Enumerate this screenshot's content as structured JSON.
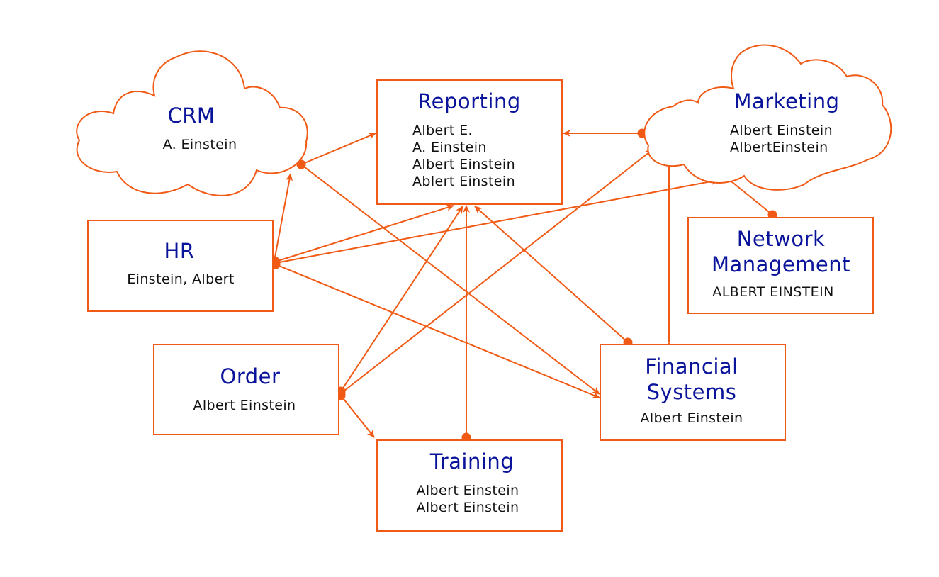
{
  "colors": {
    "line": "#f05a14",
    "title": "#0a149a",
    "text": "#111111"
  },
  "nodes": {
    "crm": {
      "title": "CRM",
      "people": [
        "A. Einstein"
      ]
    },
    "reporting": {
      "title": "Reporting",
      "people": [
        "Albert E.",
        "A. Einstein",
        "Albert Einstein",
        "Ablert Einstein"
      ]
    },
    "marketing": {
      "title": "Marketing",
      "people": [
        "Albert Einstein",
        "AlbertEinstein"
      ]
    },
    "hr": {
      "title": "HR",
      "people": [
        "Einstein, Albert"
      ]
    },
    "network": {
      "title": [
        "Network",
        "Management"
      ],
      "people": [
        "ALBERT EINSTEIN"
      ]
    },
    "order": {
      "title": "Order",
      "people": [
        "Albert Einstein"
      ]
    },
    "financial": {
      "title": [
        "Financial",
        "Systems"
      ],
      "people": [
        "Albert Einstein"
      ]
    },
    "training": {
      "title": "Training",
      "people": [
        "Albert Einstein",
        "Albert Einstein"
      ]
    }
  },
  "connections": [
    {
      "from": "crm",
      "to": "reporting"
    },
    {
      "from": "crm",
      "to": "financial"
    },
    {
      "from": "hr",
      "to": "crm"
    },
    {
      "from": "hr",
      "to": "reporting"
    },
    {
      "from": "hr",
      "to": "marketing"
    },
    {
      "from": "hr",
      "to": "financial"
    },
    {
      "from": "marketing",
      "to": "reporting"
    },
    {
      "from": "network",
      "to": "marketing"
    },
    {
      "from": "financial",
      "to": "reporting"
    },
    {
      "from": "financial",
      "to": "marketing",
      "bidirectional": true
    },
    {
      "from": "order",
      "to": "reporting"
    },
    {
      "from": "order",
      "to": "marketing"
    },
    {
      "from": "order",
      "to": "training"
    },
    {
      "from": "training",
      "to": "reporting"
    }
  ]
}
